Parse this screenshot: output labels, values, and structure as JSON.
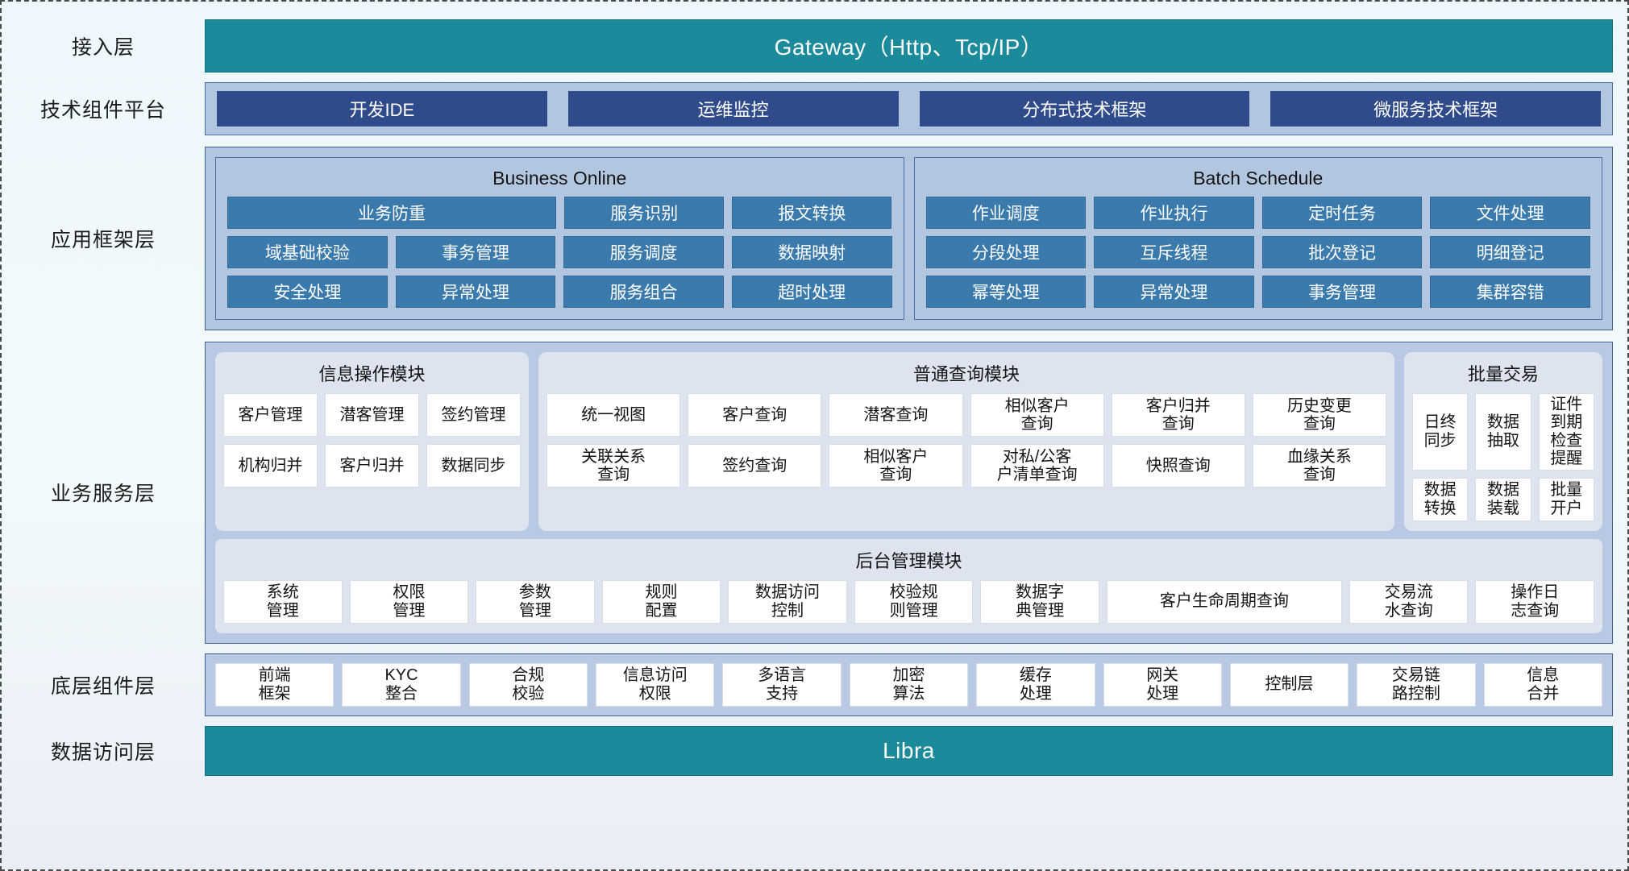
{
  "layers": [
    {
      "key": "access",
      "label": "接入层"
    },
    {
      "key": "tech",
      "label": "技术组件平台"
    },
    {
      "key": "appfw",
      "label": "应用框架层"
    },
    {
      "key": "bizsvc",
      "label": "业务服务层"
    },
    {
      "key": "base",
      "label": "底层组件层"
    },
    {
      "key": "data",
      "label": "数据访问层"
    }
  ],
  "colors": {
    "teal": "#1b8a9b",
    "panel_blue": "#b3c6e0",
    "chip_dark_blue": "#2f4b8c",
    "chip_mid_blue": "#3b7aad",
    "group_light": "#dde4f0",
    "card_white": "#ffffff"
  },
  "access": {
    "gateway_label": "Gateway（Http、Tcp/IP）"
  },
  "tech": {
    "chips": [
      "开发IDE",
      "运维监控",
      "分布式技术框架",
      "微服务技术框架"
    ]
  },
  "appfw": {
    "business_online": {
      "title": "Business Online",
      "rows": [
        [
          {
            "label": "业务防重",
            "span": 2
          },
          {
            "label": "服务识别",
            "span": 1
          },
          {
            "label": "报文转换",
            "span": 1
          }
        ],
        [
          {
            "label": "域基础校验",
            "span": 1
          },
          {
            "label": "事务管理",
            "span": 1
          },
          {
            "label": "服务调度",
            "span": 1
          },
          {
            "label": "数据映射",
            "span": 1
          }
        ],
        [
          {
            "label": "安全处理",
            "span": 1
          },
          {
            "label": "异常处理",
            "span": 1
          },
          {
            "label": "服务组合",
            "span": 1
          },
          {
            "label": "超时处理",
            "span": 1
          }
        ]
      ]
    },
    "batch_schedule": {
      "title": "Batch Schedule",
      "rows": [
        [
          {
            "label": "作业调度",
            "span": 1
          },
          {
            "label": "作业执行",
            "span": 1
          },
          {
            "label": "定时任务",
            "span": 1
          },
          {
            "label": "文件处理",
            "span": 1
          }
        ],
        [
          {
            "label": "分段处理",
            "span": 1
          },
          {
            "label": "互斥线程",
            "span": 1
          },
          {
            "label": "批次登记",
            "span": 1
          },
          {
            "label": "明细登记",
            "span": 1
          }
        ],
        [
          {
            "label": "幂等处理",
            "span": 1
          },
          {
            "label": "异常处理",
            "span": 1
          },
          {
            "label": "事务管理",
            "span": 1
          },
          {
            "label": "集群容错",
            "span": 1
          }
        ]
      ]
    }
  },
  "bizsvc": {
    "info_module": {
      "title": "信息操作模块",
      "rows": [
        [
          {
            "label": "客户管理",
            "span": 1
          },
          {
            "label": "潜客管理",
            "span": 1
          },
          {
            "label": "签约管理",
            "span": 1
          }
        ],
        [
          {
            "label": "机构归并",
            "span": 1
          },
          {
            "label": "客户归并",
            "span": 1
          },
          {
            "label": "数据同步",
            "span": 1
          }
        ]
      ]
    },
    "query_module": {
      "title": "普通查询模块",
      "rows": [
        [
          {
            "label": "统一视图",
            "span": 1
          },
          {
            "label": "客户查询",
            "span": 1
          },
          {
            "label": "潜客查询",
            "span": 1
          },
          {
            "label": "相似客户\n查询",
            "span": 1
          },
          {
            "label": "客户归并\n查询",
            "span": 1
          },
          {
            "label": "历史变更\n查询",
            "span": 1
          }
        ],
        [
          {
            "label": "关联关系\n查询",
            "span": 1
          },
          {
            "label": "签约查询",
            "span": 1
          },
          {
            "label": "相似客户\n查询",
            "span": 1
          },
          {
            "label": "对私/公客\n户清单查询",
            "span": 1
          },
          {
            "label": "快照查询",
            "span": 1
          },
          {
            "label": "血缘关系\n查询",
            "span": 1
          }
        ]
      ]
    },
    "batch_module": {
      "title": "批量交易",
      "rows": [
        [
          {
            "label": "日终\n同步",
            "span": 1
          },
          {
            "label": "数据\n抽取",
            "span": 1
          },
          {
            "label": "证件到期\n检查提醒",
            "span": 1
          }
        ],
        [
          {
            "label": "数据\n转换",
            "span": 1
          },
          {
            "label": "数据\n装载",
            "span": 1
          },
          {
            "label": "批量\n开户",
            "span": 1
          }
        ]
      ]
    },
    "admin_module": {
      "title": "后台管理模块",
      "cards": [
        {
          "label": "系统\n管理",
          "span": 1
        },
        {
          "label": "权限\n管理",
          "span": 1
        },
        {
          "label": "参数\n管理",
          "span": 1
        },
        {
          "label": "规则\n配置",
          "span": 1
        },
        {
          "label": "数据访问\n控制",
          "span": 1
        },
        {
          "label": "校验规\n则管理",
          "span": 1
        },
        {
          "label": "数据字\n典管理",
          "span": 1
        },
        {
          "label": "客户生命周期查询",
          "span": 2
        },
        {
          "label": "交易流\n水查询",
          "span": 1
        },
        {
          "label": "操作日\n志查询",
          "span": 1
        }
      ]
    }
  },
  "base": {
    "cards": [
      {
        "label": "前端\n框架",
        "span": 1
      },
      {
        "label": "KYC\n整合",
        "span": 1
      },
      {
        "label": "合规\n校验",
        "span": 1
      },
      {
        "label": "信息访问\n权限",
        "span": 1
      },
      {
        "label": "多语言\n支持",
        "span": 1
      },
      {
        "label": "加密\n算法",
        "span": 1
      },
      {
        "label": "缓存\n处理",
        "span": 1
      },
      {
        "label": "网关\n处理",
        "span": 1
      },
      {
        "label": "控制层",
        "span": 1
      },
      {
        "label": "交易链\n路控制",
        "span": 1
      },
      {
        "label": "信息\n合并",
        "span": 1
      }
    ]
  },
  "data": {
    "libra_label": "Libra"
  }
}
